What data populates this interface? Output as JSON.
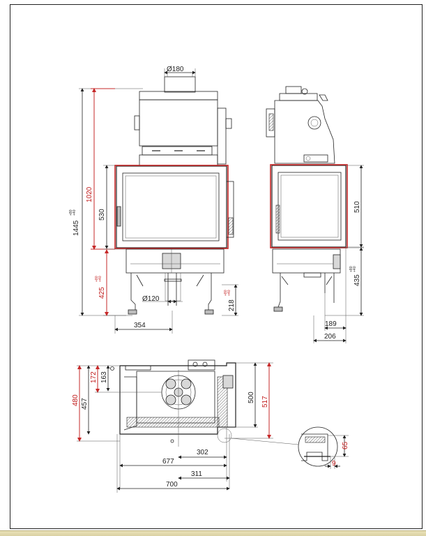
{
  "colors": {
    "line": "#222222",
    "dimension_red": "#c62828",
    "glass_gray": "#d8d8d8"
  },
  "front_view": {
    "flue_diameter": "Ø180",
    "total_height": "1445",
    "total_height_tol_top": "+80",
    "total_height_tol_bottom": "+40",
    "body_height": "1020",
    "door_height": "530",
    "leg_height": "425",
    "leg_height_tol_top": "+80",
    "leg_height_tol_bottom": "+40",
    "air_inlet_diameter": "Ø120",
    "air_inlet_height": "218",
    "air_inlet_tol_top": "+80",
    "air_inlet_tol_bottom": "+40",
    "leg_offset": "354"
  },
  "side_view": {
    "door_height": "510",
    "leg_height": "435",
    "leg_height_tol_top": "+80",
    "leg_height_tol_bottom": "+40",
    "offset_inner": "189",
    "offset_outer": "206"
  },
  "top_view": {
    "depth_outer": "480",
    "depth_inner": "457",
    "depth_172": "172",
    "depth_163": "163",
    "width_677": "677",
    "width_700": "700",
    "half_302": "302",
    "half_311": "311",
    "side_depth_500": "500",
    "side_depth_517": "517"
  },
  "detail_view": {
    "dim_65": "65",
    "dim_9": "9"
  }
}
